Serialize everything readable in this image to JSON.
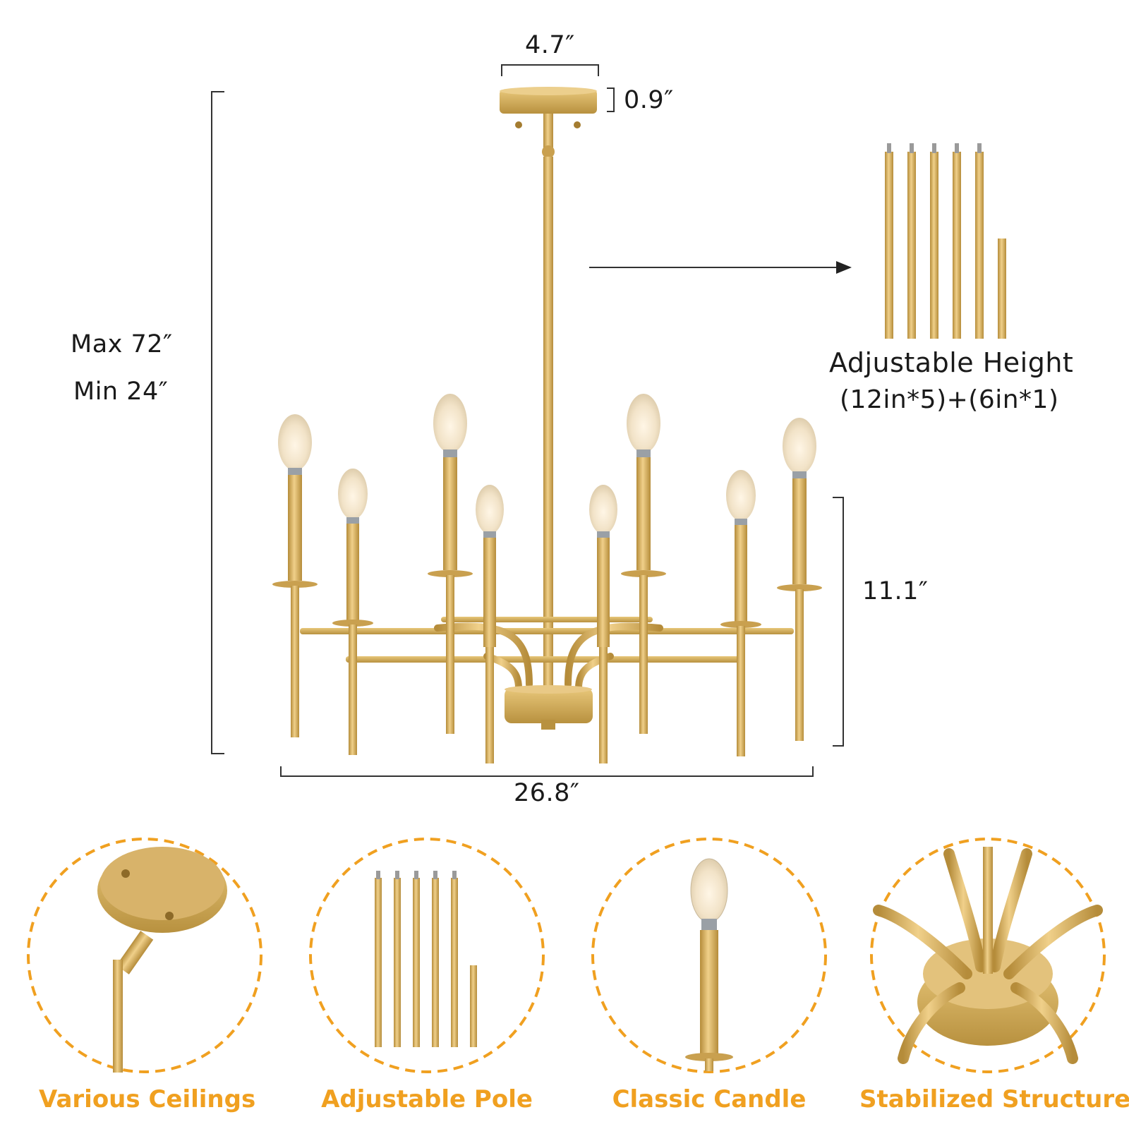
{
  "dimensions": {
    "canopy_width": "4.7″",
    "canopy_height": "0.9″",
    "max_height": "Max 72″",
    "min_height": "Min 24″",
    "body_height": "11.1″",
    "total_width": "26.8″"
  },
  "rods": {
    "title": "Adjustable Height",
    "detail": "(12in*5)+(6in*1)"
  },
  "features": [
    {
      "label": "Various Ceilings"
    },
    {
      "label": "Adjustable Pole"
    },
    {
      "label": "Classic Candle"
    },
    {
      "label": "Stabilized Structure"
    }
  ],
  "colors": {
    "gold": "#d9b15e",
    "gold_dark": "#b8913f",
    "accent_orange": "#f0a020",
    "dimension_line": "#333333"
  }
}
